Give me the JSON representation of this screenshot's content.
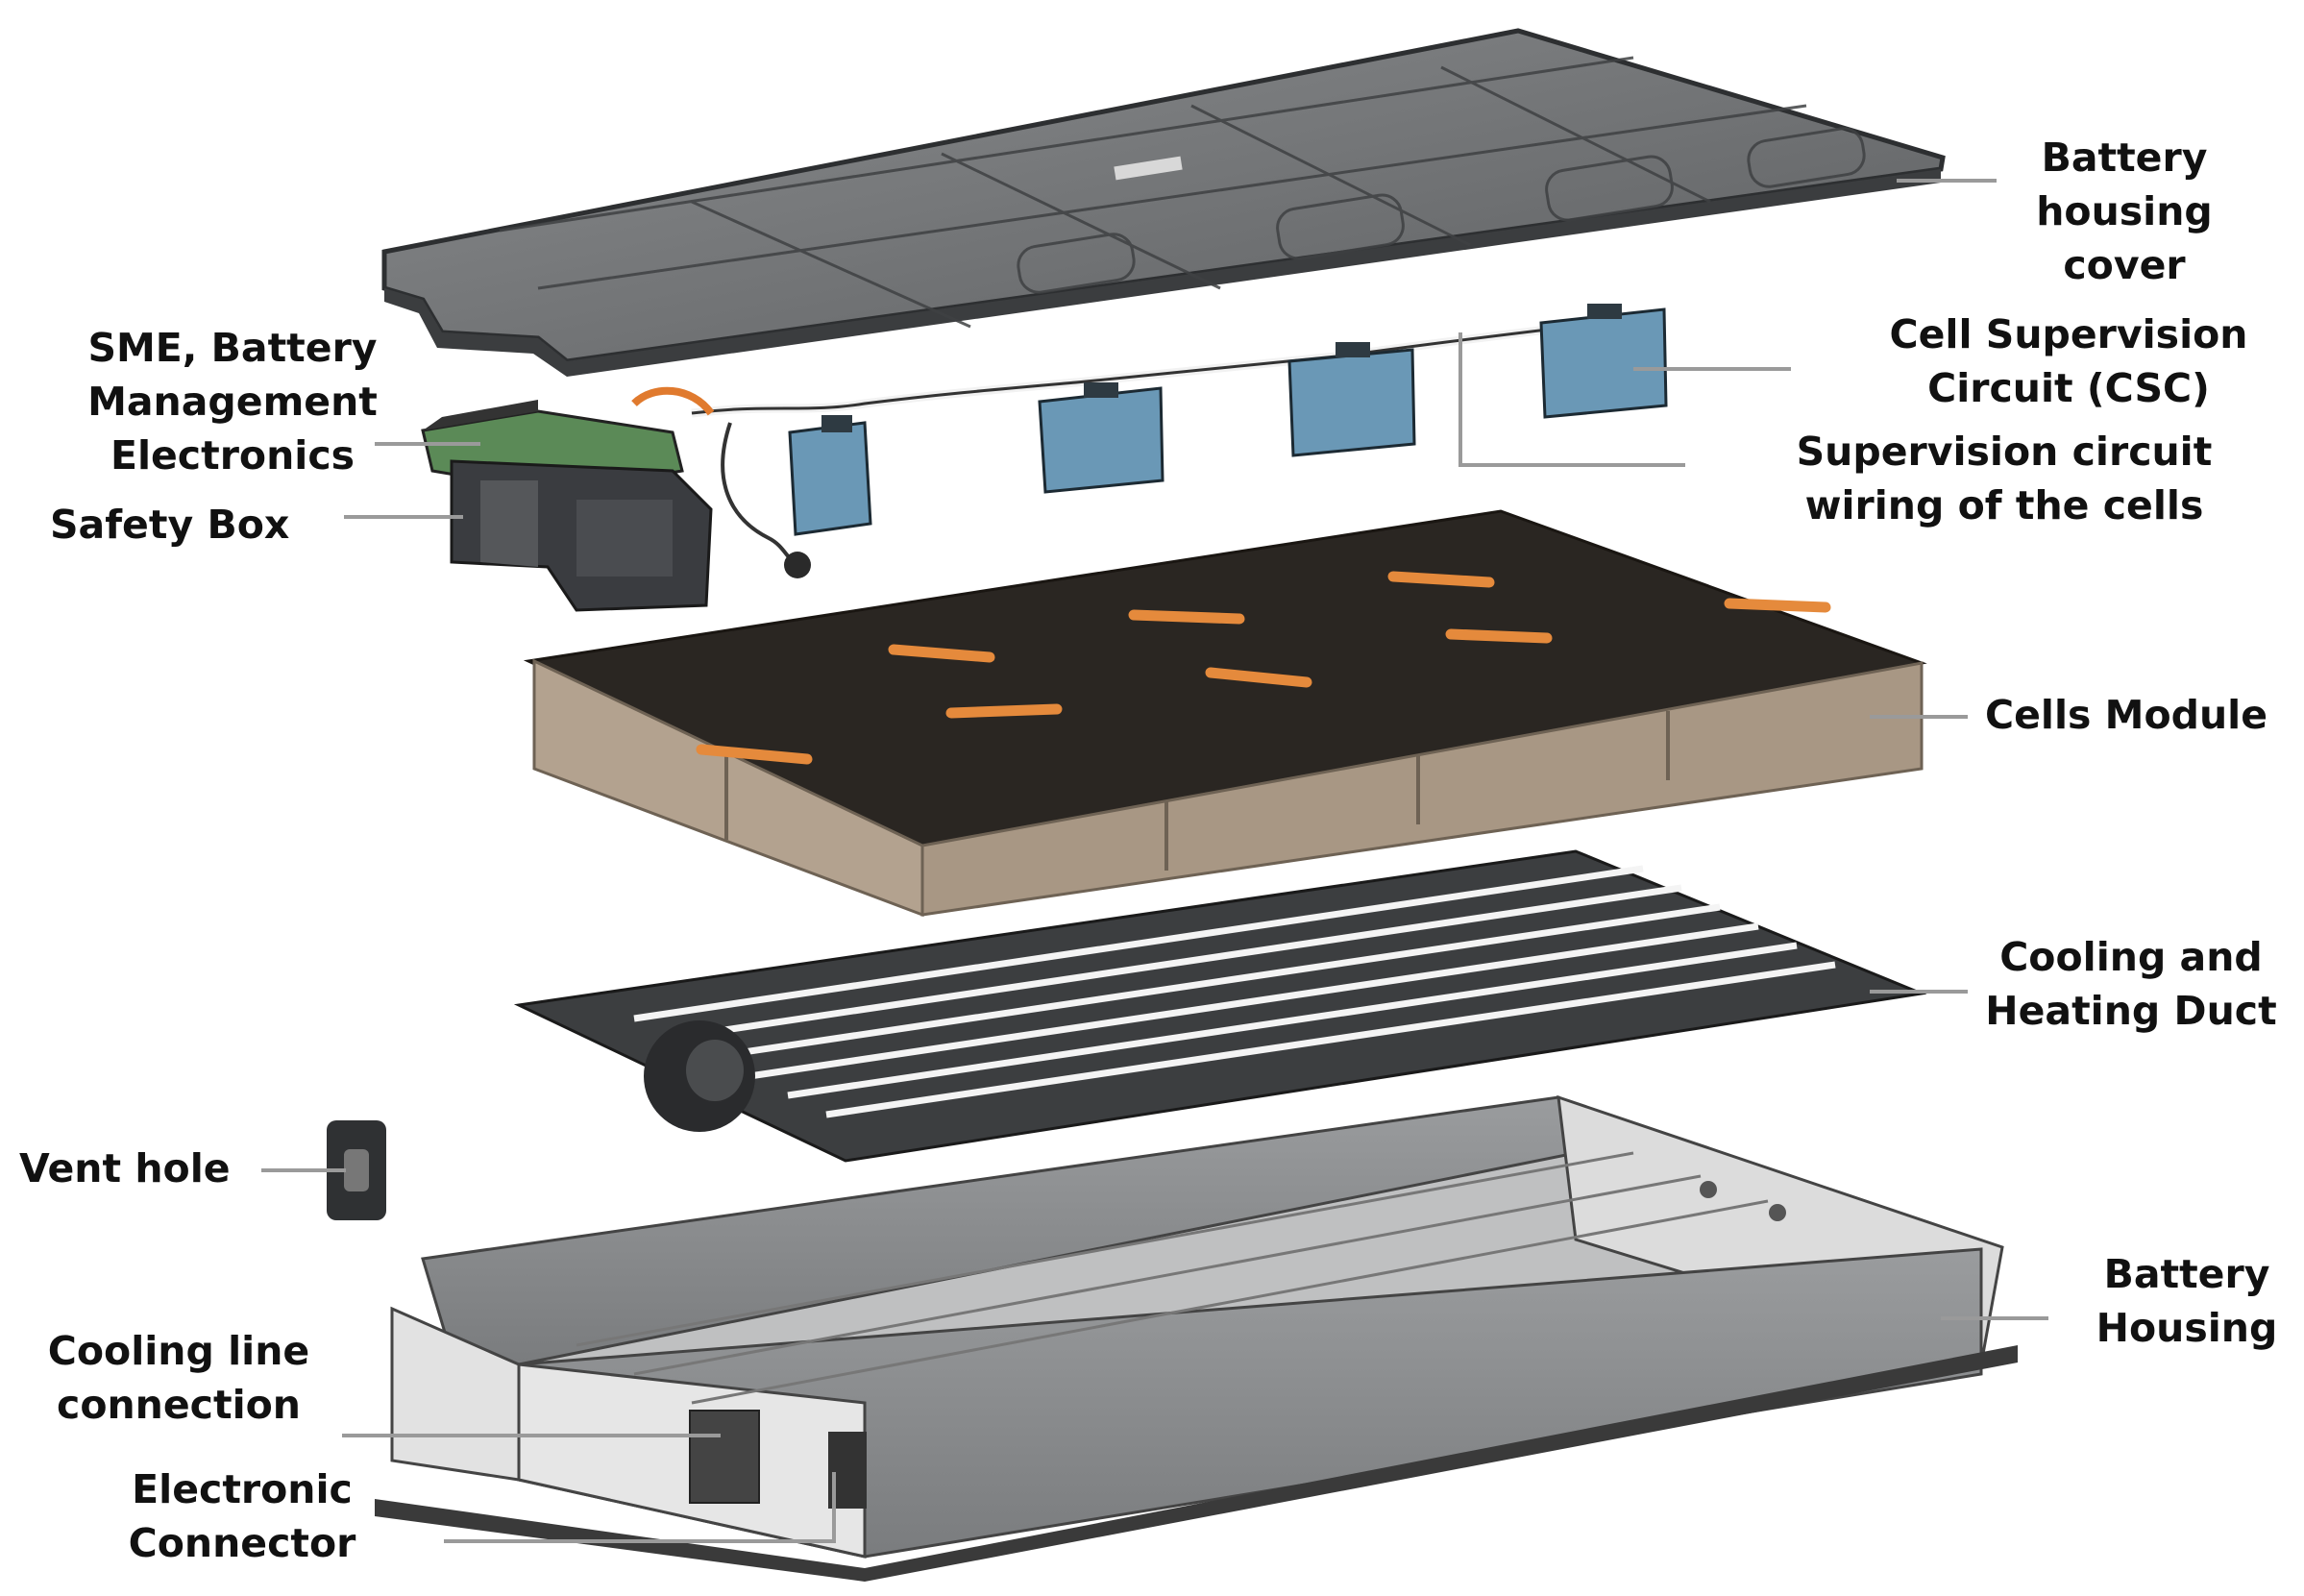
{
  "colors": {
    "background": "#ffffff",
    "cover": "#6e7072",
    "cover_dark": "#3f4143",
    "cell_brown": "#a89784",
    "cell_top": "#2a2622",
    "orange_connector": "#e07a2e",
    "csc_blue": "#5f8fac",
    "housing_gray": "#8c8e90",
    "housing_light": "#d6d7d8",
    "duct_dark": "#3c3e40",
    "leader_line": "#9a9a9a",
    "text": "#111111"
  },
  "labels": {
    "battery_housing_cover": [
      "Battery",
      "housing",
      "cover"
    ],
    "cell_supervision_circuit": [
      "Cell Supervision",
      "Circuit (CSC)"
    ],
    "supervision_wiring": [
      "Supervision circuit",
      "wiring of the cells"
    ],
    "sme_bme": [
      "SME, Battery",
      "Management",
      "Electronics"
    ],
    "safety_box": [
      "Safety Box"
    ],
    "cells_module": [
      "Cells Module"
    ],
    "cooling_heating_duct": [
      "Cooling and",
      "Heating Duct"
    ],
    "vent_hole": [
      "Vent hole"
    ],
    "battery_housing": [
      "Battery",
      "Housing"
    ],
    "cooling_line_connection": [
      "Cooling line",
      "connection"
    ],
    "electronic_connector": [
      "Electronic",
      "Connector"
    ]
  },
  "icons": {
    "cover": "battery-housing-cover-icon",
    "csc": "cell-supervision-circuit-icon",
    "bme": "battery-management-electronics-icon",
    "safety": "safety-box-icon",
    "cells": "cells-module-icon",
    "duct": "cooling-heating-duct-icon",
    "vent": "vent-hole-icon",
    "housing": "battery-housing-icon"
  }
}
